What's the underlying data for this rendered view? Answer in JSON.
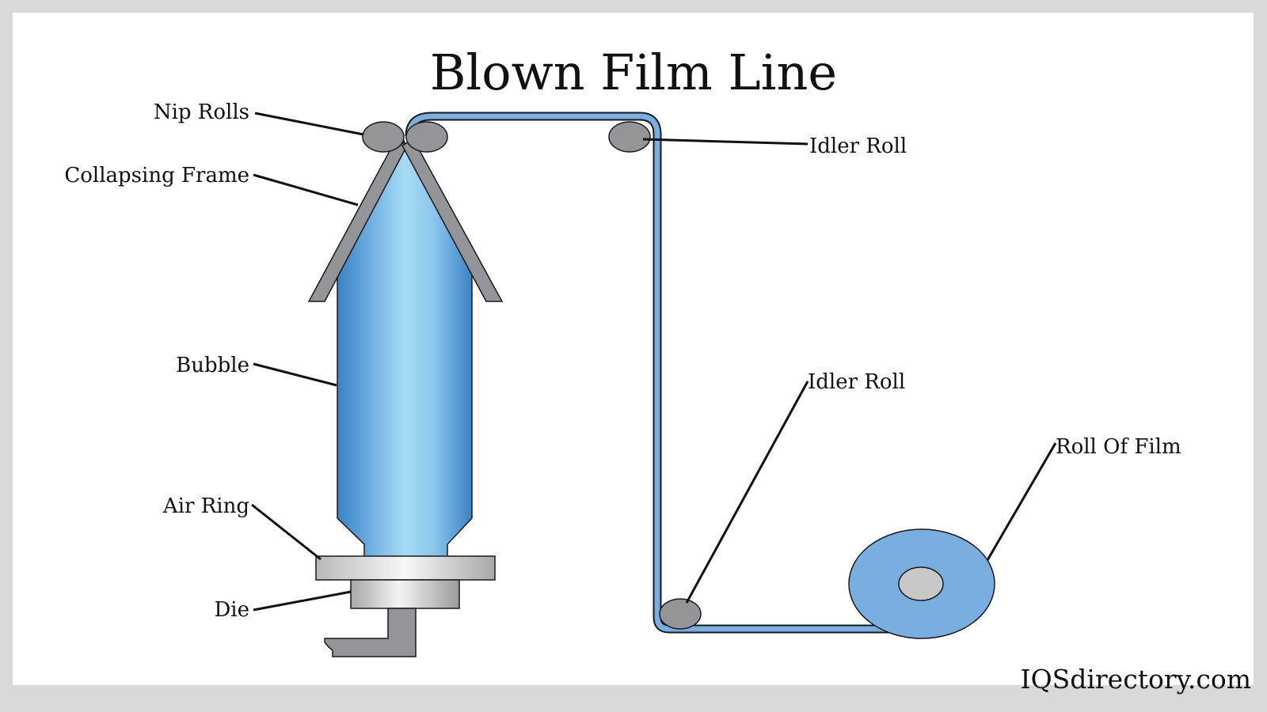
{
  "title": "Blown Film Line",
  "brand": "IQSdirectory.com",
  "labels": {
    "nip_rolls": "Nip Rolls",
    "collapsing_frame": "Collapsing Frame",
    "bubble": "Bubble",
    "air_ring": "Air Ring",
    "die": "Die",
    "idler_roll_top": "Idler Roll",
    "idler_roll_bottom": "Idler Roll",
    "roll_of_film": "Roll Of Film"
  },
  "colors": {
    "film": "#7aaee0",
    "bubble_edge": "#3a82c6",
    "bubble_center": "#a8daf5",
    "roller": "#939598",
    "core": "#c8c8c8",
    "frame": "#d9d9d9"
  }
}
